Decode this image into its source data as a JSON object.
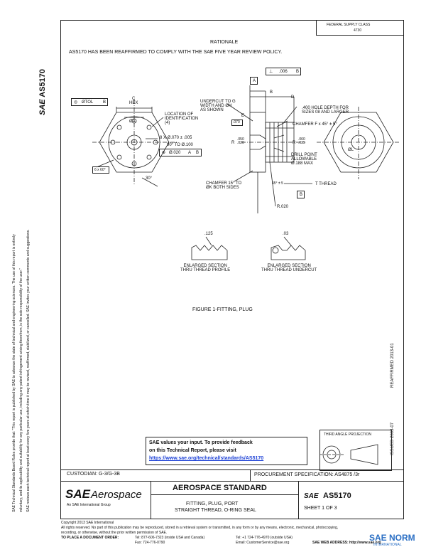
{
  "meta_box": {
    "line1": "FEDERAL SUPPLY CLASS",
    "line2": "4730"
  },
  "rationale": {
    "heading": "RATIONALE",
    "text": "AS5170 HAS BEEN REAFFIRMED TO COMPLY WITH THE SAE FIVE YEAR REVIEW POLICY."
  },
  "side_doc_id": "AS5170",
  "side_logo": "SAE",
  "left_disclaimer": {
    "line1": "SAE Technical Standards Board Rules provide that: \"This report is published by SAE to advance the state of technical and engineering sciences. The use of this report is entirely",
    "line2": "voluntary, and its applicability and suitability for any particular use, including any patent infringement arising therefrom, is the sole responsibility of the user.\"",
    "line3": "SAE reviews each technical report at least every five years at which time it may be revised, reaffirmed, stabilized, or cancelled. SAE invites your written comments and suggestions."
  },
  "right_side": {
    "issued": "ISSUED 2003-07",
    "reaffirmed": "REAFFIRMED 2013-01"
  },
  "drawing": {
    "fcf_top_left": {
      "sym": "◎",
      "tol": "ØTOL",
      "datum": "B"
    },
    "fcf_top_right": {
      "datum": "A",
      "sym": "⊥",
      "tol": ".006",
      "ref": "B"
    },
    "labels": {
      "c_hex": "C\nHEX",
      "location": "LOCATION OF\nIDENTIFICATION\n(4)",
      "phi_a": "ØA",
      "holes": "8 X Ø.070 ± .005",
      "countersink": "90° TO Ø.100",
      "fcf_pos": "Ø.020",
      "fcf_pos_a": "A",
      "fcf_pos_b": "B",
      "six_x": "6 x 60°",
      "thirty": "30°",
      "undercut": "UNDERCUT TO G\nWIDTH AND ØH\nAS SHOWN",
      "e": "E",
      "f070": ".070",
      "b": "B",
      "d": "D",
      "hole_depth": ".400 HOLE DEPTH FOR\nSIZES 08 AND LARGER",
      "chamfer_f": "CHAMFER F x 45° ± 5°",
      "r1": "R",
      "r1v": ".050\n.020",
      "r2": "R",
      "r2v": ".060\n.035",
      "drill_point": "DRILL POINT\nALLOWABLE\nØ.188 MAX",
      "phi_l": "ØL",
      "chamfer_15": "CHAMFER 15° TO\nØK BOTH SIDES",
      "forty_five": "45° ± 5",
      "t_thread": "T THREAD",
      "r020": "R.020",
      "datum_b": "B",
      "datum_a": "A"
    },
    "sections": [
      {
        "value": ".125",
        "caption": "ENLARGED SECTION\nTHRU THREAD PROFILE"
      },
      {
        "value": ".03",
        "caption": "ENLARGED SECTION\nTHRU THREAD UNDERCUT"
      }
    ],
    "figure_caption": "FIGURE 1-FITTING, PLUG"
  },
  "projection": {
    "label": "THIRD ANGLE PROJECTION"
  },
  "feedback": {
    "line1": "SAE values your input. To provide feedback",
    "line2": "on this Technical Report, please visit",
    "link": "https://www.sae.org/technical/standards/AS5170"
  },
  "custodian": "CUSTODIAN: G-3/G-3B",
  "procurement": "PROCUREMENT SPECIFICATION: AS4875 /3r",
  "title_block": {
    "logo_word1": "SAE",
    "logo_word2": "Aerospace",
    "logo_tag": "An SAE International Group",
    "standard": "AEROSPACE STANDARD",
    "title1": "FITTING, PLUG, PORT",
    "title2": "STRAIGHT THREAD, O-RING SEAL",
    "sae_mark": "SAE",
    "doc_num": "AS5170",
    "sheet": "SHEET 1 OF 3"
  },
  "footer": {
    "copyright": "Copyright 2013 SAE International",
    "rights": "All rights reserved. No part of this publication may be reproduced, stored in a retrieval system or transmitted, in any form or by any means, electronic, mechanical, photocopying,",
    "rights2": "recording, or otherwise, without the prior written permission of SAE.",
    "order_label": "TO PLACE A DOCUMENT ORDER:",
    "tel1": "Tel: 877-606-7323 (inside USA and Canada)",
    "tel2": "Tel: +1 724-776-4970 (outside USA)",
    "fax": "Fax: 724-776-0790",
    "email": "Email: CustomerService@sae.org",
    "web": "SAE WEB ADDRESS: http://www.sae.org"
  },
  "watermark": {
    "text": "SAE NORM",
    "sub": "INTERNATIONAL"
  }
}
